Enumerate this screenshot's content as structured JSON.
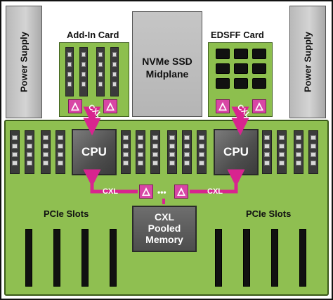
{
  "power_supply_left": "Power Supply",
  "power_supply_right": "Power Supply",
  "add_in_card": "Add-In Card",
  "nvme_midplane_line1": "NVMe SSD",
  "nvme_midplane_line2": "Midplane",
  "edsff_card": "EDSFF Card",
  "cpu_left": "CPU",
  "cpu_right": "CPU",
  "cxl_left": "CXL",
  "cxl_right": "CXL",
  "cxl_vertical_left": "CXL",
  "cxl_vertical_right": "CXL",
  "pcie_slots_left": "PCIe Slots",
  "pcie_slots_right": "PCIe Slots",
  "cxl_pooled_line1": "CXL",
  "cxl_pooled_line2": "Pooled",
  "cxl_pooled_line3": "Memory",
  "colors": {
    "board_green": "#8fbf51",
    "retimer_magenta": "#d846a5",
    "cpu_gray": "#4e4e4e",
    "psu_gray": "#c4c4c4"
  }
}
